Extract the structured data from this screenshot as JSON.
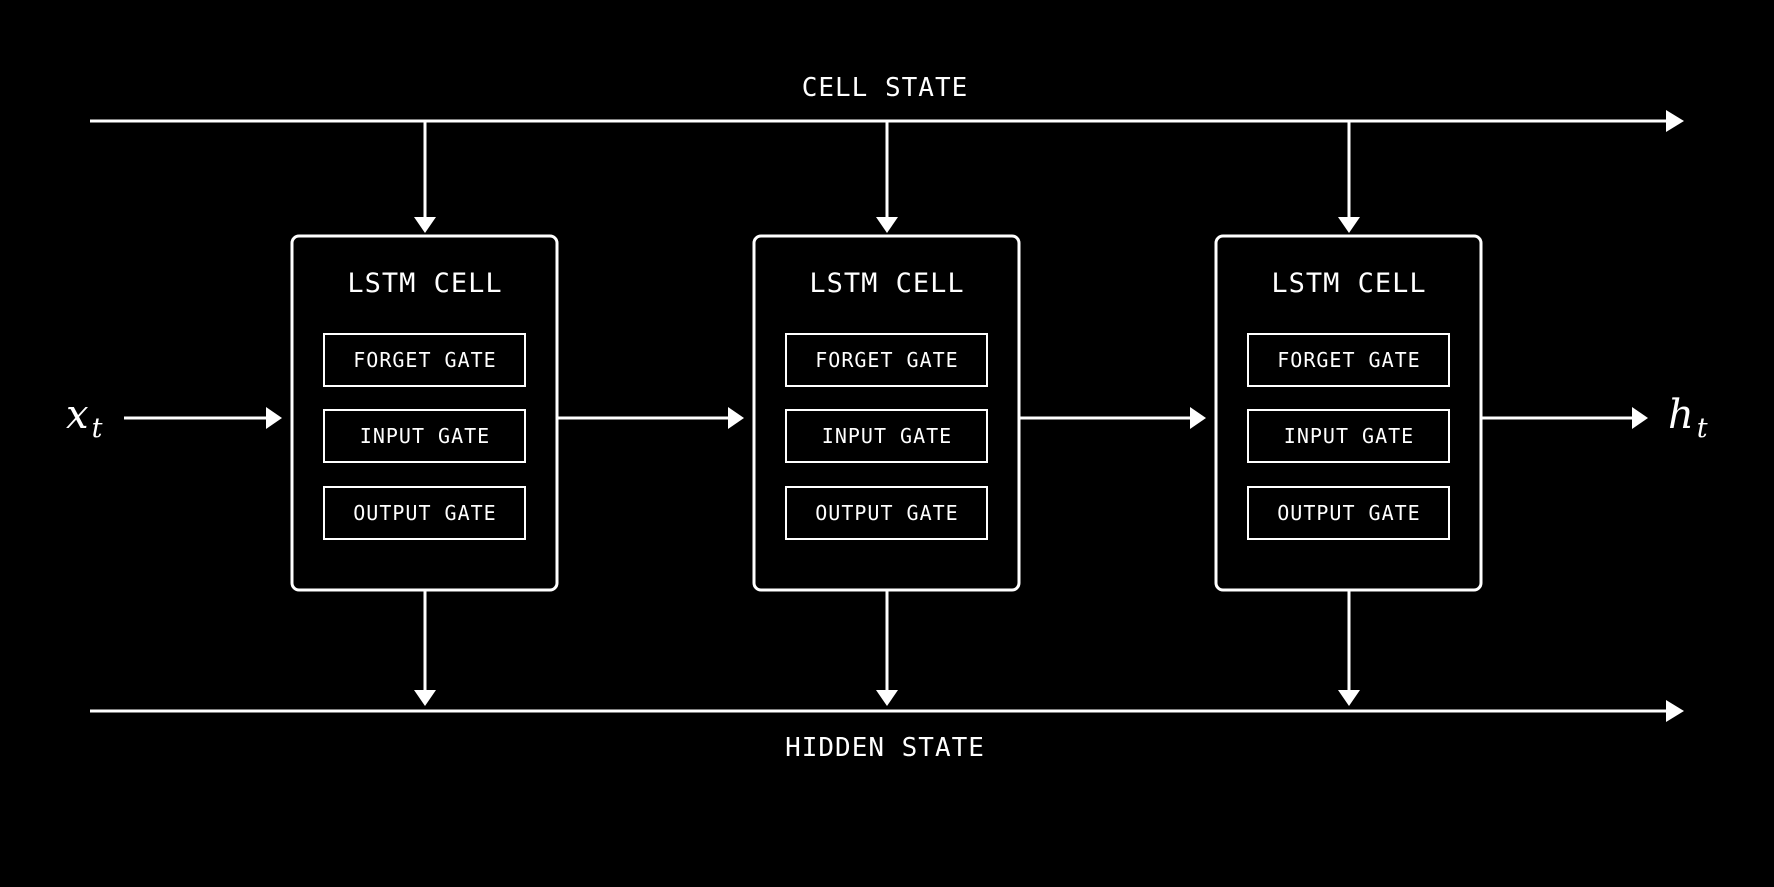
{
  "diagram": {
    "cell_state_label": "CELL STATE",
    "hidden_state_label": "HIDDEN STATE",
    "input": {
      "symbol": "x",
      "subscript": "t"
    },
    "output": {
      "symbol": "h",
      "subscript": "t"
    },
    "cells": [
      {
        "title": "LSTM CELL",
        "gates": [
          "FORGET GATE",
          "INPUT GATE",
          "OUTPUT GATE"
        ]
      },
      {
        "title": "LSTM CELL",
        "gates": [
          "FORGET GATE",
          "INPUT GATE",
          "OUTPUT GATE"
        ]
      },
      {
        "title": "LSTM CELL",
        "gates": [
          "FORGET GATE",
          "INPUT GATE",
          "OUTPUT GATE"
        ]
      }
    ],
    "colors": {
      "background": "#000000",
      "foreground": "#ffffff"
    }
  }
}
